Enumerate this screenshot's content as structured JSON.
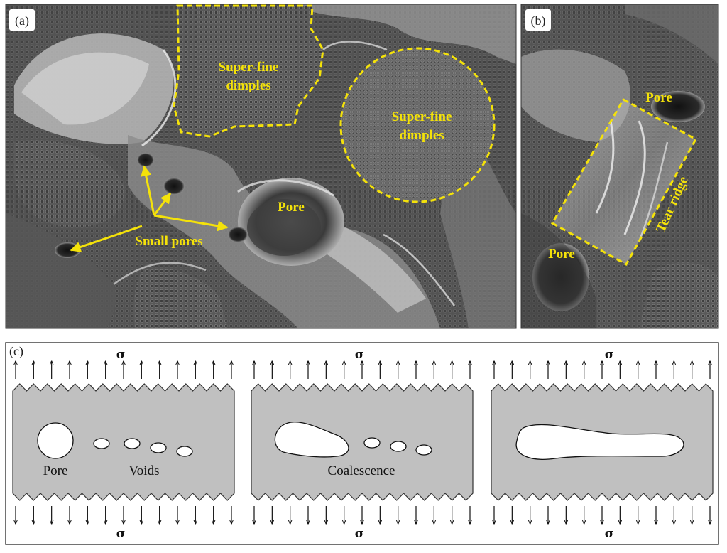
{
  "panels": {
    "a": {
      "label": "(a)",
      "annotations": {
        "dimples_1_line1": "Super-fine",
        "dimples_1_line2": "dimples",
        "dimples_2_line1": "Super-fine",
        "dimples_2_line2": "dimples",
        "pore": "Pore",
        "small_pores": "Small pores"
      }
    },
    "b": {
      "label": "(b)",
      "annotations": {
        "pore_top": "Pore",
        "pore_bottom": "Pore",
        "tear_ridge": "Tear ridge"
      }
    },
    "c": {
      "label": "(c)",
      "stages": [
        {
          "top_stress": "σ",
          "bottom_stress": "σ",
          "labels": [
            "Pore",
            "Voids"
          ]
        },
        {
          "top_stress": "σ",
          "bottom_stress": "σ",
          "labels": [
            "Coalescence"
          ]
        },
        {
          "top_stress": "σ",
          "bottom_stress": "σ",
          "labels": []
        }
      ]
    }
  },
  "colors": {
    "annotation": "#f4e20a",
    "specimen_fill": "#c0c0c0",
    "sem_base": "#4a4a4a",
    "panel_label_bg": "#ffffff"
  }
}
